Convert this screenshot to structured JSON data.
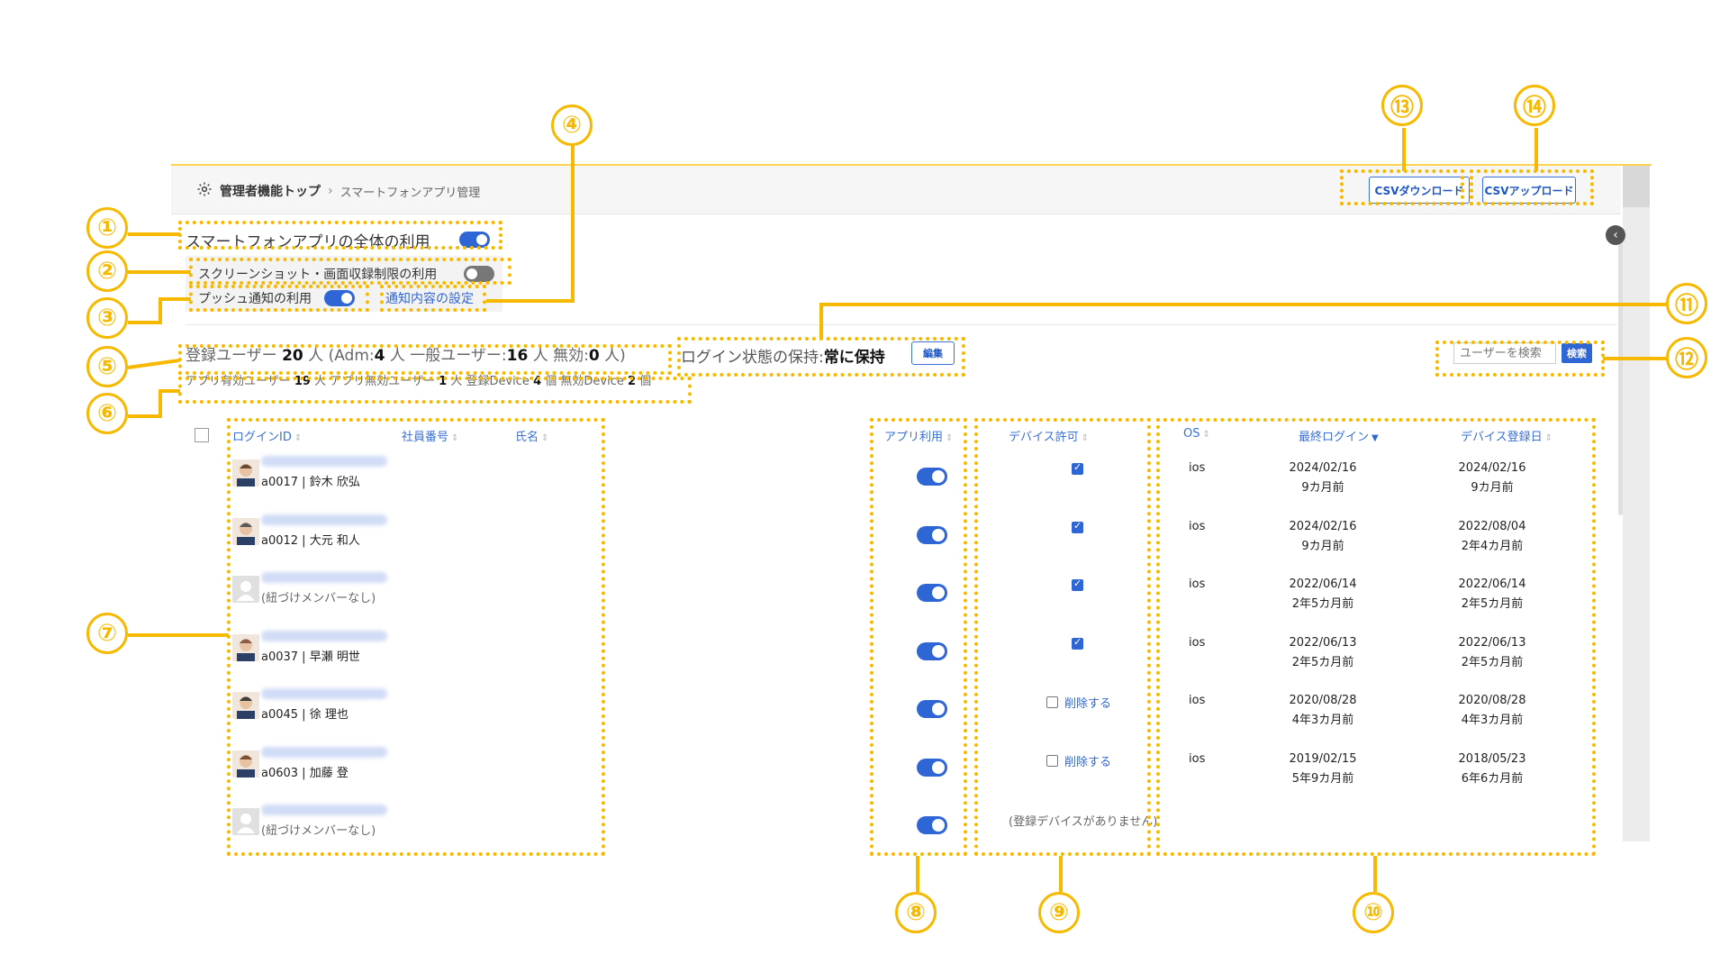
{
  "breadcrumb": {
    "home": "管理者機能トップ",
    "separator": "›",
    "current": "スマートフォンアプリ管理"
  },
  "toolbar": {
    "csv_download": "CSVダウンロード",
    "csv_upload": "CSVアップロード"
  },
  "settings": {
    "app_overall": {
      "label": "スマートフォンアプリの全体の利用",
      "on": true
    },
    "screenshot_restrict": {
      "label": "スクリーンショット・画面収録制限の利用",
      "on": false
    },
    "push": {
      "label": "プッシュ通知の利用",
      "on": true
    },
    "notification_link": "通知内容の設定"
  },
  "stats": {
    "registered_label": "登録ユーザー",
    "registered_count": "20",
    "unit_people": "人",
    "adm_label": "(Adm:",
    "adm_count": "4",
    "general_label": "人 一般ユーザー:",
    "general_count": "16",
    "disabled_label": "人 無効:",
    "disabled_count": "0",
    "close": "人)",
    "line2": {
      "app_enabled_label": "アプリ有効ユーザー",
      "app_enabled_count": "19",
      "app_disabled_label": "人 アプリ無効ユーザー",
      "app_disabled_count": "1",
      "reg_device_label": "人 登録Device",
      "reg_device_count": "4",
      "disabled_device_label": "個 無効Device",
      "disabled_device_count": "2",
      "unit_items": "個"
    }
  },
  "login_keep": {
    "label": "ログイン状態の保持:",
    "value": "常に保持",
    "edit": "編集"
  },
  "search": {
    "placeholder": "ユーザーを検索",
    "button": "検索"
  },
  "columns": {
    "login_id": "ログインID",
    "employee_no": "社員番号",
    "name": "氏名",
    "app_use": "アプリ利用",
    "device_allow": "デバイス許可",
    "os": "OS",
    "last_login": "最終ログイン",
    "device_registered": "デバイス登録日"
  },
  "rows": [
    {
      "user": "a0017 | 鈴木 欣弘",
      "photo": true,
      "device": "checked",
      "os": "ios",
      "last_login": "2024/02/16",
      "last_login_ago": "9カ月前",
      "registered": "2024/02/16",
      "registered_ago": "9カ月前"
    },
    {
      "user": "a0012 | 大元 和人",
      "photo": true,
      "device": "checked",
      "os": "ios",
      "last_login": "2024/02/16",
      "last_login_ago": "9カ月前",
      "registered": "2022/08/04",
      "registered_ago": "2年4カ月前"
    },
    {
      "user": "(紐づけメンバーなし)",
      "photo": false,
      "device": "checked",
      "os": "ios",
      "last_login": "2022/06/14",
      "last_login_ago": "2年5カ月前",
      "registered": "2022/06/14",
      "registered_ago": "2年5カ月前"
    },
    {
      "user": "a0037 | 早瀬 明世",
      "photo": true,
      "device": "checked",
      "os": "ios",
      "last_login": "2022/06/13",
      "last_login_ago": "2年5カ月前",
      "registered": "2022/06/13",
      "registered_ago": "2年5カ月前"
    },
    {
      "user": "a0045 | 徐 理也",
      "photo": true,
      "device": "delete",
      "device_label": "削除する",
      "os": "ios",
      "last_login": "2020/08/28",
      "last_login_ago": "4年3カ月前",
      "registered": "2020/08/28",
      "registered_ago": "4年3カ月前"
    },
    {
      "user": "a0603 | 加藤 登",
      "photo": true,
      "device": "delete",
      "device_label": "削除する",
      "os": "ios",
      "last_login": "2019/02/15",
      "last_login_ago": "5年9カ月前",
      "registered": "2018/05/23",
      "registered_ago": "6年6カ月前"
    },
    {
      "user": "(紐づけメンバーなし)",
      "photo": false,
      "device": "none",
      "device_label": "(登録デバイスがありません)"
    }
  ],
  "callouts": [
    "①",
    "②",
    "③",
    "④",
    "⑤",
    "⑥",
    "⑦",
    "⑧",
    "⑨",
    "⑩",
    "⑪",
    "⑫",
    "⑬",
    "⑭"
  ],
  "colors": {
    "annotation": "#f7b900",
    "accent": "#2f66d6",
    "toggle_off": "#777777"
  }
}
